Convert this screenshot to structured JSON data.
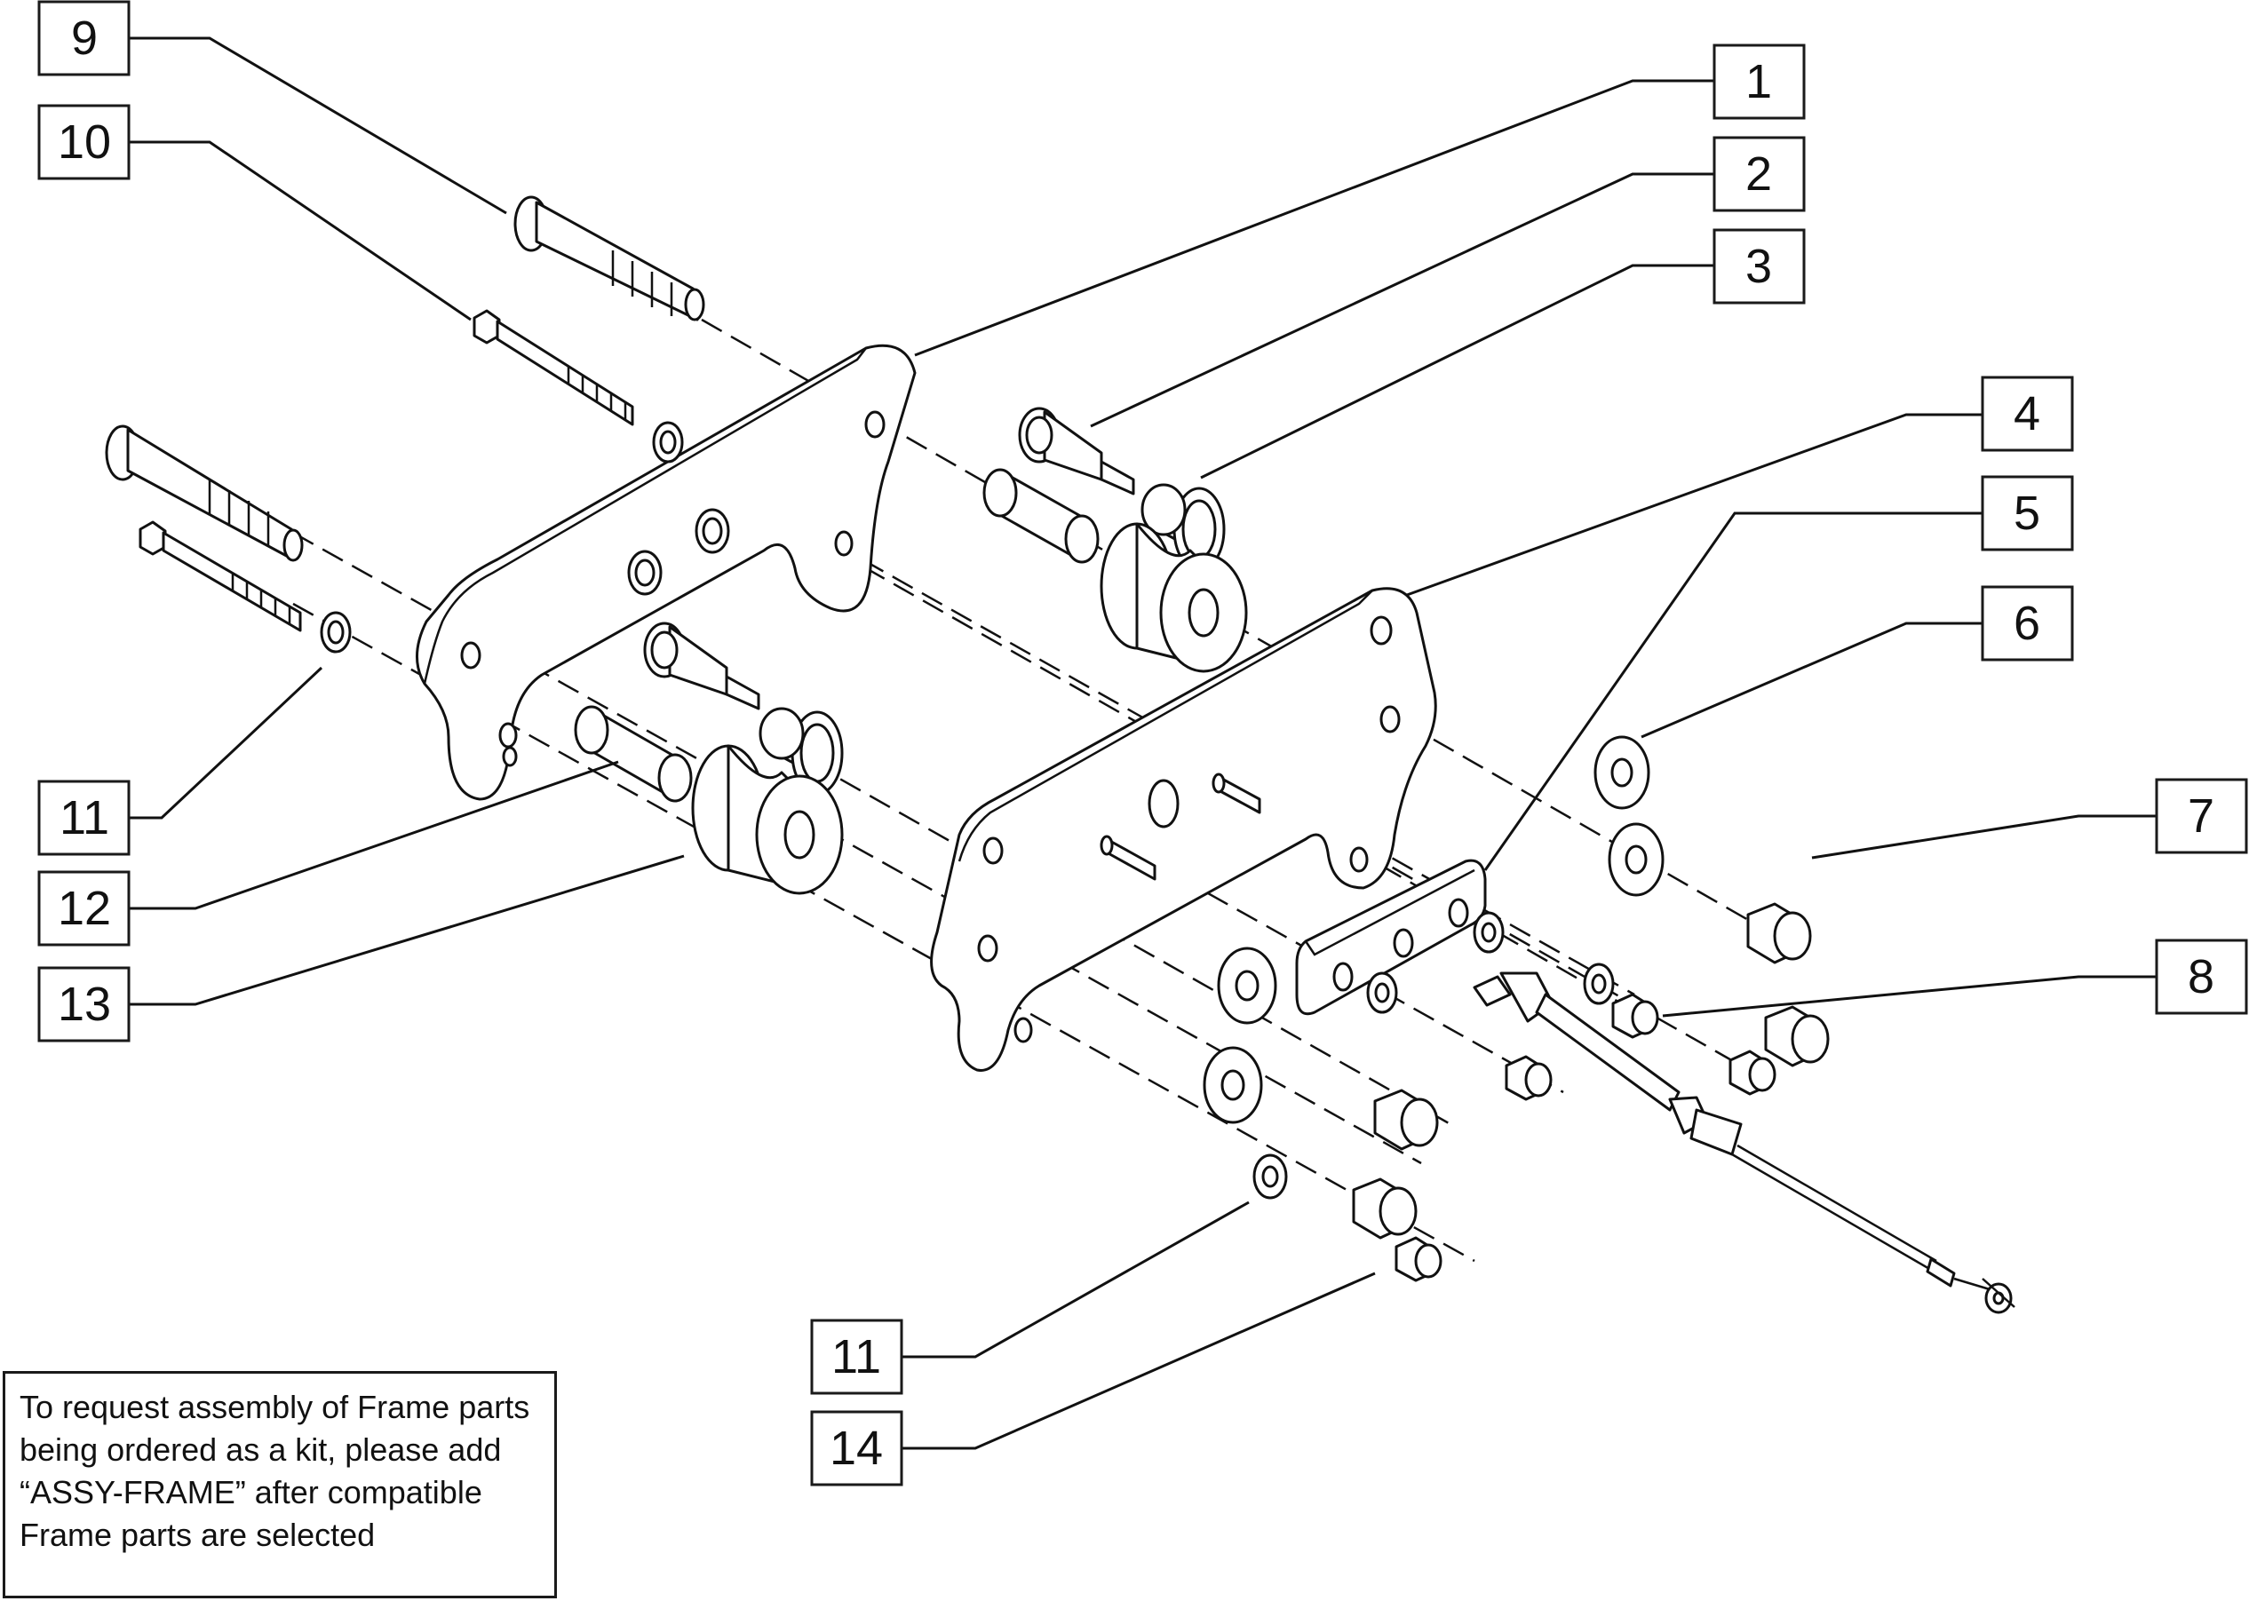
{
  "callouts": [
    {
      "id": "9",
      "label": "9"
    },
    {
      "id": "10",
      "label": "10"
    },
    {
      "id": "1",
      "label": "1"
    },
    {
      "id": "2",
      "label": "2"
    },
    {
      "id": "3",
      "label": "3"
    },
    {
      "id": "4",
      "label": "4"
    },
    {
      "id": "5",
      "label": "5"
    },
    {
      "id": "6",
      "label": "6"
    },
    {
      "id": "7",
      "label": "7"
    },
    {
      "id": "8",
      "label": "8"
    },
    {
      "id": "11a",
      "label": "11"
    },
    {
      "id": "12",
      "label": "12"
    },
    {
      "id": "13",
      "label": "13"
    },
    {
      "id": "11b",
      "label": "11"
    },
    {
      "id": "14",
      "label": "14"
    }
  ],
  "note": {
    "text": "To request assembly of Frame parts being ordered as a kit, please add “ASSY-FRAME” after compatible Frame parts are selected"
  }
}
